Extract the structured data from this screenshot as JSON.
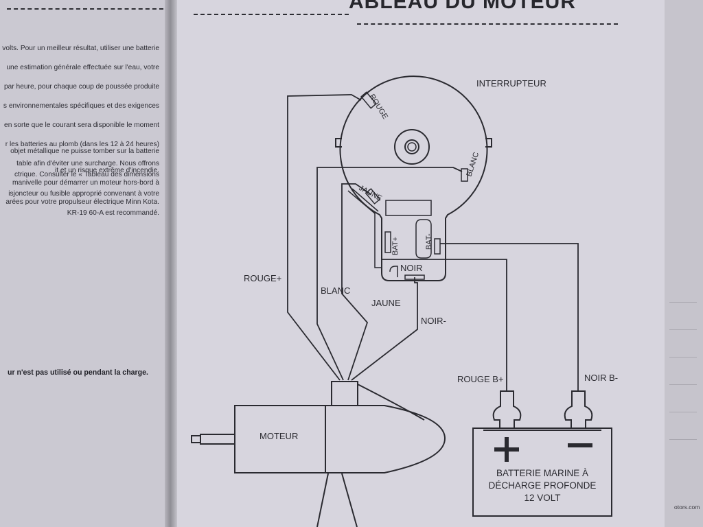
{
  "left_page": {
    "paragraph1": [
      "volts. Pour un meilleur résultat, utiliser une batterie",
      "une estimation générale effectuée sur l'eau, votre",
      "par heure, pour chaque coup de poussée produite",
      "s environnementales spécifiques et des exigences",
      "en sorte que le courant sera disponible le moment",
      "r les batteries au plomb (dans les 12 à 24 heures)",
      "table afin d'éviter une surcharge. Nous offrons",
      "manivelle pour démarrer un moteur hors-bord à",
      "arées pour votre propulseur électrique Minn Kota."
    ],
    "paragraph2": [
      "objet métallique ne puisse tomber sur la batterie",
      "it et un risque extrême d'incendie."
    ],
    "paragraph3": [
      "ctrique. Consulter le « Tableau des dimensions",
      "isjoncteur ou fusible approprié convenant à votre",
      "KR-19 60-A est recommandé."
    ],
    "bold_line": "ur n'est pas utilisé ou pendant la charge."
  },
  "right_page": {
    "heading": "ABLEAU DU MOTEUR",
    "footer": "otors.com"
  },
  "diagram": {
    "switch_title": "INTERRUPTEUR",
    "terminals": {
      "rouge": "ROUGE",
      "blanc": "BLANC",
      "jaune": "JAUNE",
      "bat_plus": "BAT+",
      "bat_minus": "BAT-",
      "noir": "NOIR"
    },
    "wires": {
      "rouge_plus": "ROUGE+",
      "blanc": "BLANC",
      "jaune": "JAUNE",
      "noir_minus": "NOIR-",
      "rouge_b_plus": "ROUGE B+",
      "noir_b_minus": "NOIR B-"
    },
    "motor_label": "MOTEUR",
    "battery": {
      "plus": "+",
      "minus": "−",
      "line1": "BATTERIE MARINE À",
      "line2": "DÉCHARGE PROFONDE",
      "line3": "12 VOLT"
    }
  }
}
